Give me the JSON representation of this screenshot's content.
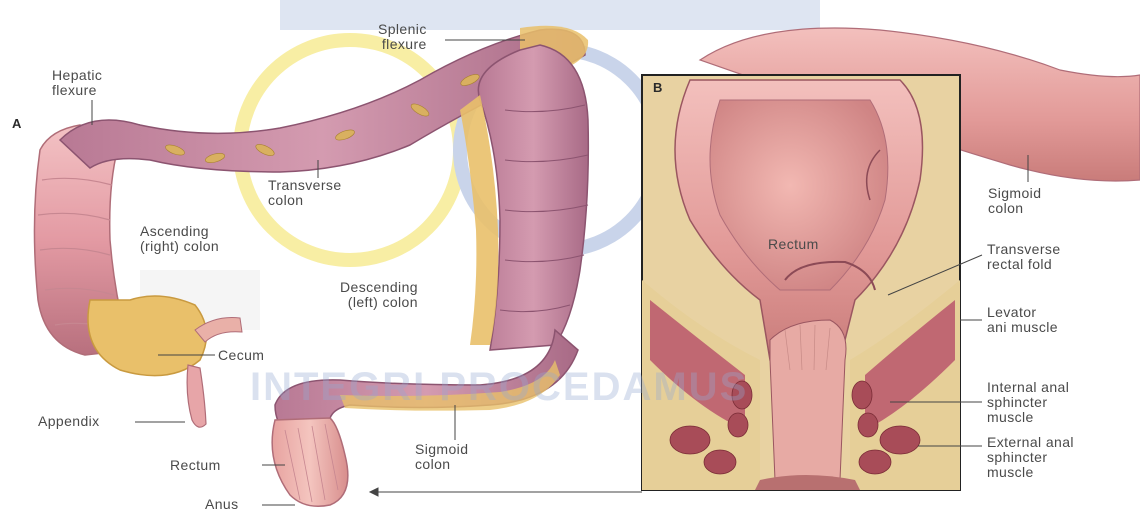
{
  "panels": {
    "a": "A",
    "b": "B"
  },
  "labels": {
    "hepatic_flexure": "Hepatic\nflexure",
    "splenic_flexure": "Splenic\nflexure",
    "transverse_colon": "Transverse\ncolon",
    "ascending_colon": "Ascending\n(right) colon",
    "descending_colon": "Descending\n(left) colon",
    "cecum": "Cecum",
    "appendix": "Appendix",
    "rectum_a": "Rectum",
    "anus": "Anus",
    "sigmoid_colon_a": "Sigmoid\ncolon",
    "sigmoid_colon_b": "Sigmoid\ncolon",
    "rectum_b": "Rectum",
    "transverse_rectal_fold": "Transverse\nrectal fold",
    "levator_ani": "Levator\nani muscle",
    "internal_anal_sphincter": "Internal anal\nsphincter\nmuscle",
    "external_anal_sphincter": "External anal\nsphincter\nmuscle"
  },
  "watermark": "INTEGRI PROCEDAMUS",
  "colors": {
    "colon_pink": "#e9a8a8",
    "colon_purple": "#a86a86",
    "fat_yellow": "#e9c06a",
    "muscle_red": "#c7606a",
    "label_text": "#4a4a4a",
    "watermark_blue": "#8ea4d2",
    "watermark_yellow": "#f2e15a"
  }
}
